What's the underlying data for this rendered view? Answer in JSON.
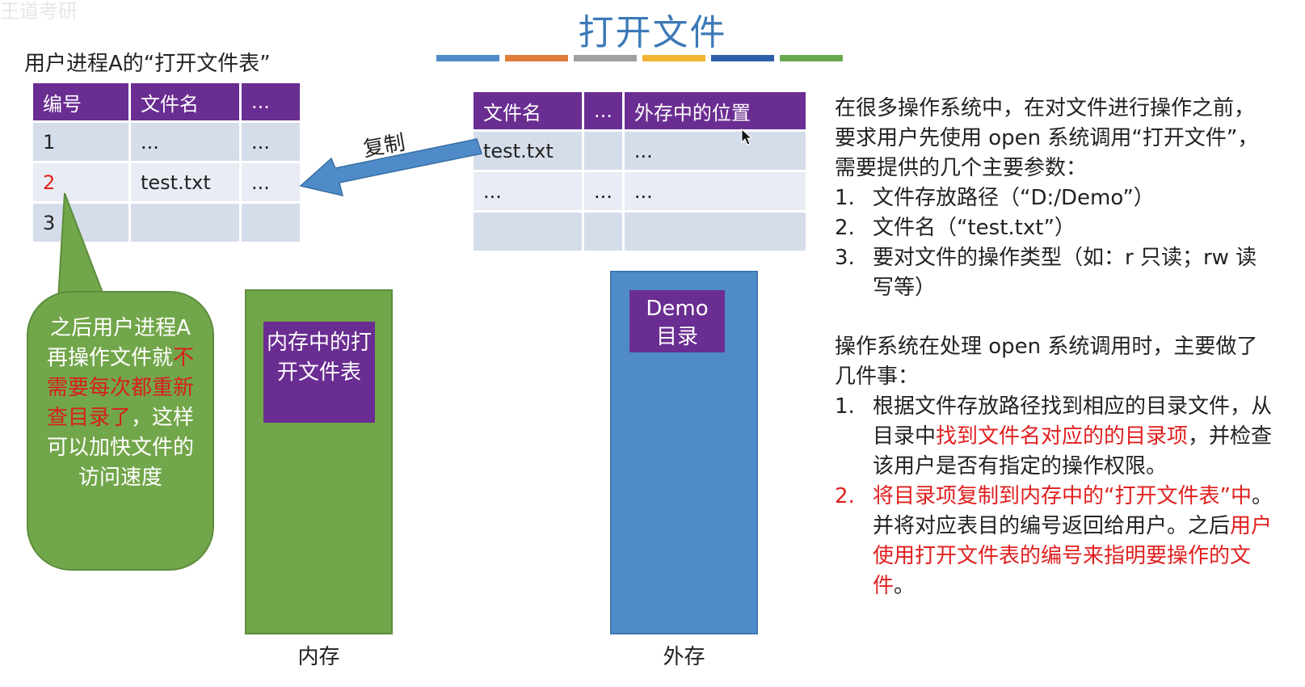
{
  "slide": {
    "title": "打开文件",
    "watermark": "王道考研",
    "color_bar": [
      "#4e8bc8",
      "#e07b3a",
      "#a0a0a0",
      "#f2b431",
      "#2e5ea8",
      "#6aa84f"
    ]
  },
  "user_table": {
    "caption": "用户进程A的“打开文件表”",
    "headers": [
      "编号",
      "文件名",
      "..."
    ],
    "rows": [
      [
        "1",
        "...",
        "..."
      ],
      [
        "2",
        "test.txt",
        "..."
      ],
      [
        "3",
        "",
        ""
      ]
    ]
  },
  "arrow": {
    "label": "复制"
  },
  "dir_table": {
    "headers": [
      "文件名",
      "...",
      "外存中的位置"
    ],
    "rows": [
      [
        "test.txt",
        "",
        "..."
      ],
      [
        "...",
        "...",
        "..."
      ],
      [
        "",
        "",
        ""
      ]
    ]
  },
  "bubble": {
    "part1": "之后用户进程A再操作文件就",
    "part2": "不需要每次都重新查目录了",
    "part3": "，这样可以加快文件的访问速度"
  },
  "memory": {
    "box_label": "内存中的打开文件表",
    "caption": "内存"
  },
  "disk": {
    "box_label_line1": "Demo",
    "box_label_line2": "目录",
    "caption": "外存"
  },
  "explanation": {
    "intro": "在很多操作系统中，在对文件进行操作之前，要求用户先使用 open 系统调用“打开文件”，需要提供的几个主要参数：",
    "params": [
      {
        "num": "1.",
        "text": "文件存放路径（“D:/Demo”）"
      },
      {
        "num": "2.",
        "text": "文件名（“test.txt”）"
      },
      {
        "num": "3.",
        "text": "要对文件的操作类型（如：r 只读；rw 读写等）"
      }
    ],
    "section2": "操作系统在处理 open 系统调用时，主要做了几件事：",
    "step1": {
      "num": "1.",
      "a": "根据文件存放路径找到相应的目录文件，从目录中",
      "b": "找到文件名对应的的目录项",
      "c": "，并检查该用户是否有指定的操作权限。"
    },
    "step2": {
      "num": "2.",
      "a": "将目录项复制到内存中的“打开文件表”中",
      "b": "。并将对应表目的编号返回给用户。之后",
      "c": "用户使用打开文件表的编号来指明要操作的文件",
      "d": "。"
    }
  },
  "colors": {
    "header_purple": "#6a2d91",
    "memory_green": "#72a64a",
    "disk_blue": "#4e8bc8",
    "highlight_red": "#e0201f"
  }
}
